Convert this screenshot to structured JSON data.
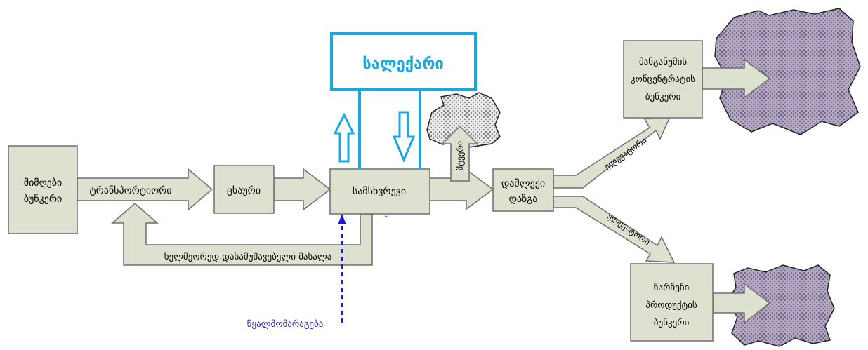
{
  "labels": {
    "receiving_bunker": [
      "მიმღები",
      "ბუნკერი"
    ],
    "transporter": "ტრანსპორტიორი",
    "sieve": "ცხაური",
    "crusher": "სამსხვრევი",
    "sedimentation_basin": "სალექარი",
    "dust": "მტვერი",
    "ore_table": [
      "დამლექი",
      "დაზგა"
    ],
    "manganese_bunker": [
      "მანგანუმის",
      "კონცენტრატის",
      "ბუნკერი"
    ],
    "waste_bunker": [
      "ნარჩენი",
      "პროდუქტის",
      "ბუნკერი"
    ],
    "elevator_top": "ელევატორი",
    "elevator_bottom": "ელევატორი",
    "reprocess_material": "ხელმეორედ დასამუშავებელი მასალა",
    "water_supply": "წყალმომარაგება"
  },
  "colors": {
    "box_fill": "#dde2d0",
    "box_stroke": "#6e6e6e",
    "blue": "#16a8e0",
    "water_line": "#1b1bd6",
    "water_text": "#2a2acc",
    "cloud_purple": "#b4a4c6",
    "cloud_grey": "#cfcfcf"
  }
}
